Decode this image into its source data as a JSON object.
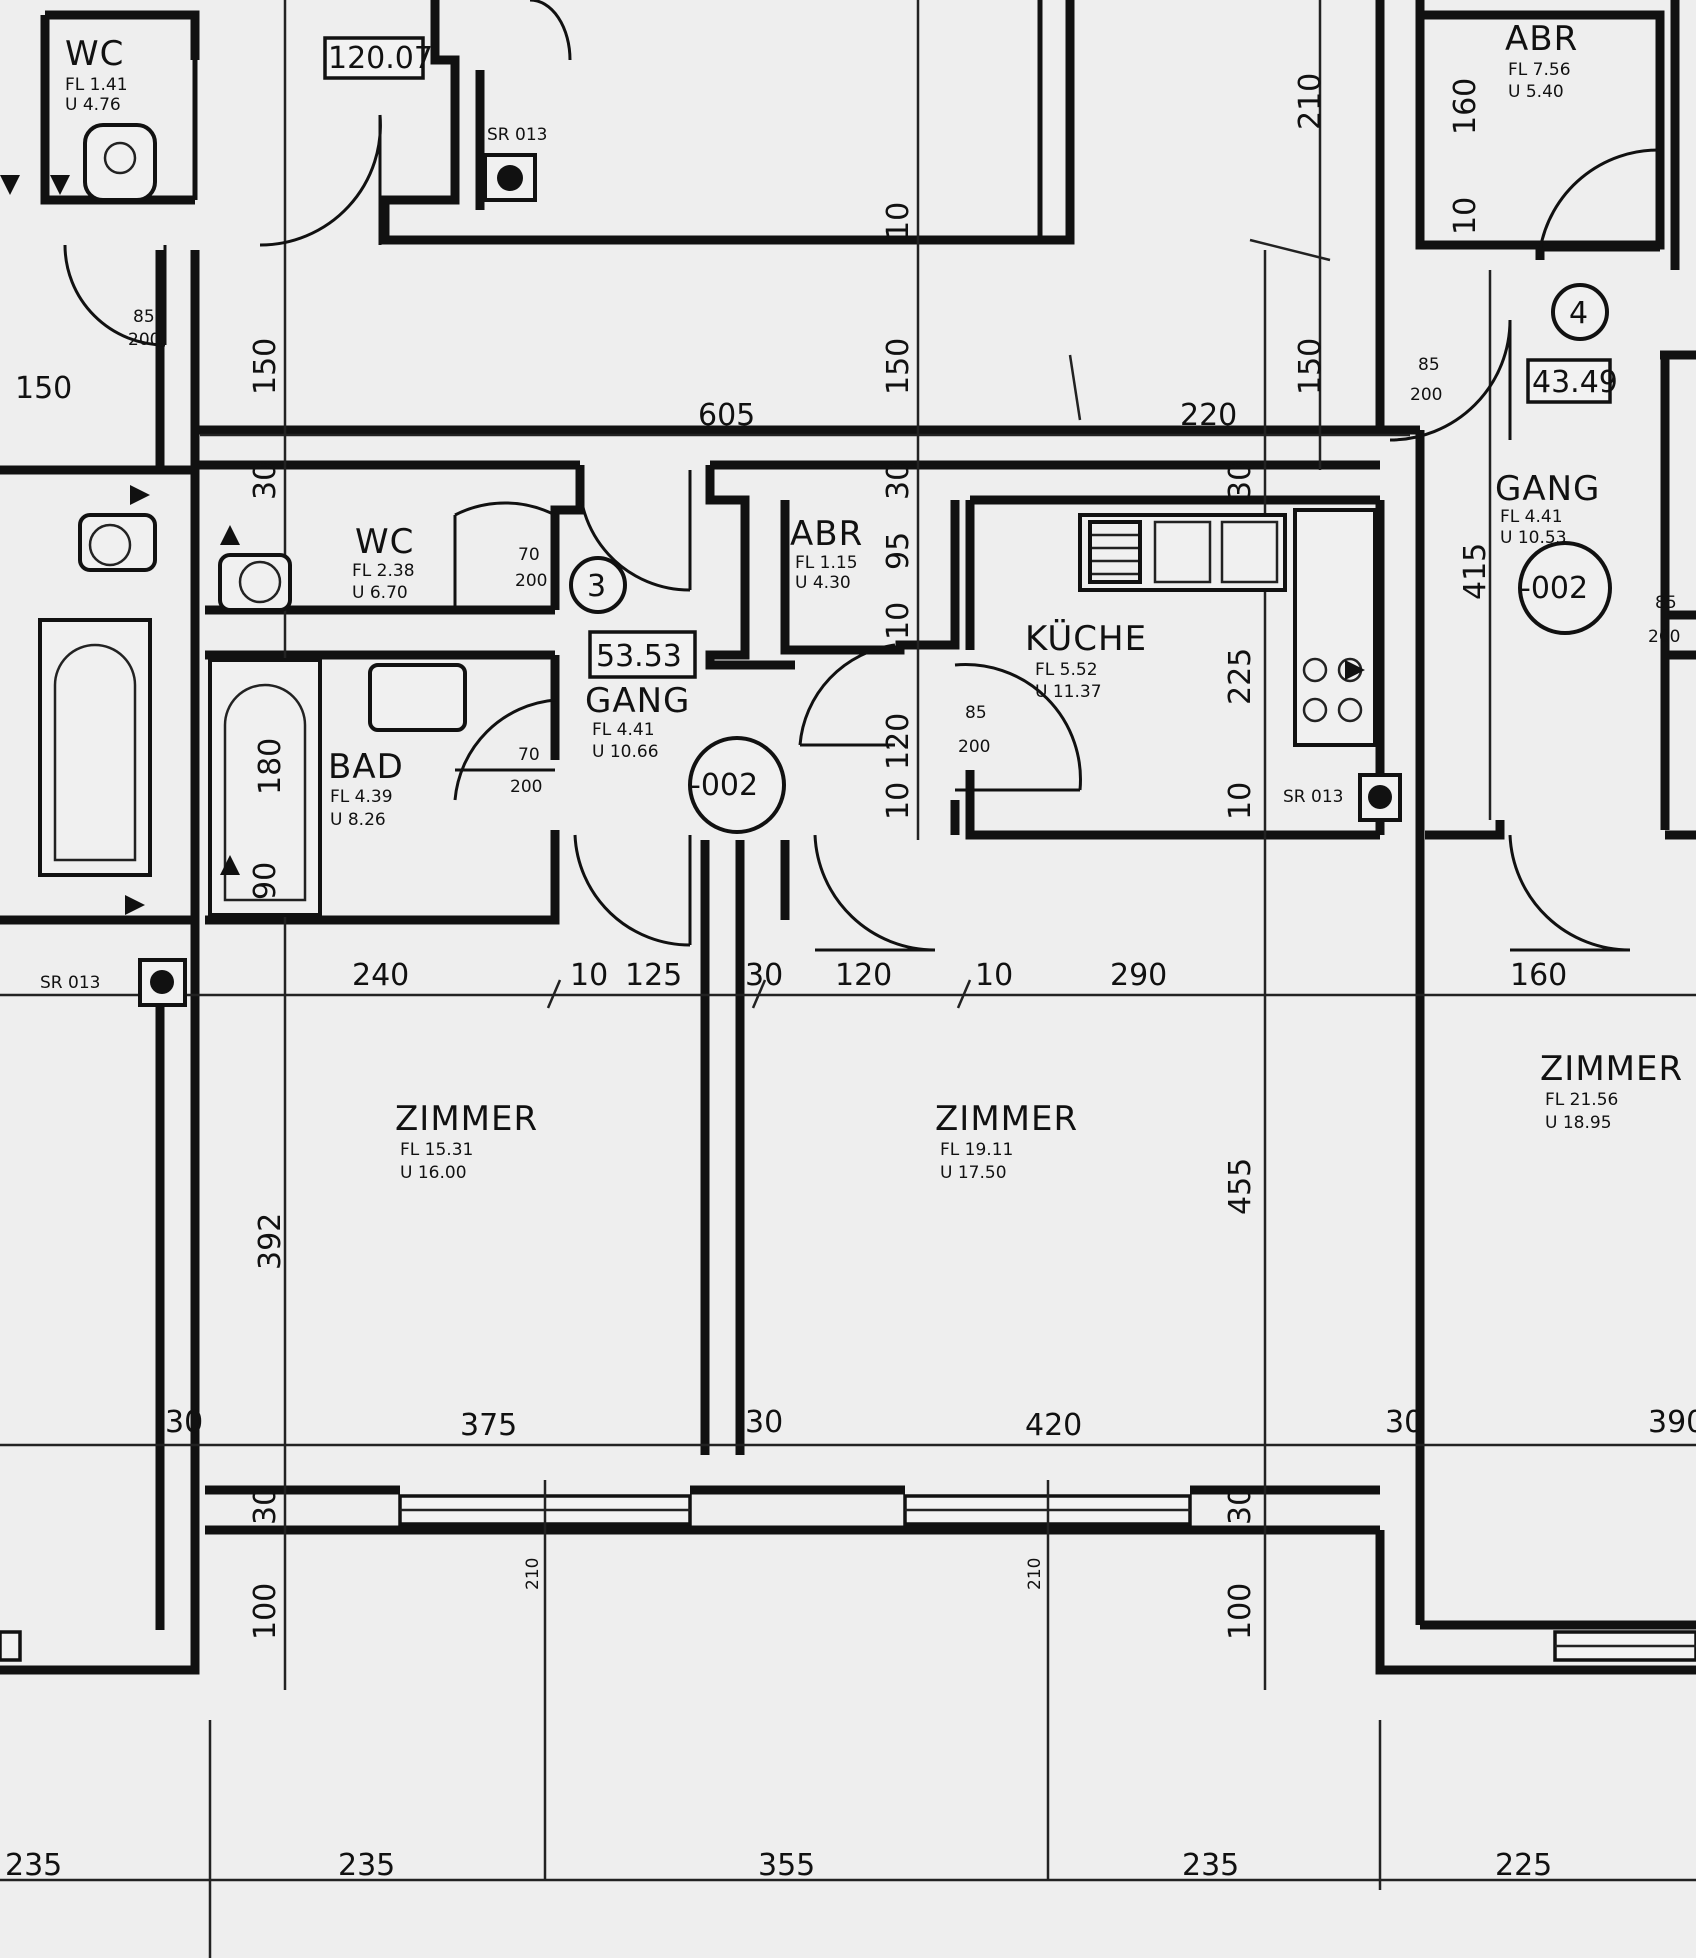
{
  "colors": {
    "background": "#eeeeee",
    "line": "#111111"
  },
  "rooms": {
    "wc_top_left": {
      "name": "WC",
      "area": "FL 1.41",
      "perimeter": "U 4.76"
    },
    "wc_center": {
      "name": "WC",
      "area": "FL 2.38",
      "perimeter": "U 6.70"
    },
    "bad": {
      "name": "BAD",
      "area": "FL 4.39",
      "perimeter": "U 8.26"
    },
    "gang_center": {
      "name": "GANG",
      "area": "FL 4.41",
      "perimeter": "U 10.66"
    },
    "abr_center": {
      "name": "ABR",
      "area": "FL 1.15",
      "perimeter": "U 4.30"
    },
    "kueche": {
      "name": "KÜCHE",
      "area": "FL 5.52",
      "perimeter": "U 11.37"
    },
    "zimmer_1": {
      "name": "ZIMMER",
      "area": "FL 15.31",
      "perimeter": "U 16.00"
    },
    "zimmer_2": {
      "name": "ZIMMER",
      "area": "FL 19.11",
      "perimeter": "U 17.50"
    },
    "zimmer_right": {
      "name": "ZIMMER",
      "area": "FL 21.56",
      "perimeter": "U 18.95"
    },
    "abr_right": {
      "name": "ABR",
      "area": "FL 7.56",
      "perimeter": "U 5.40"
    },
    "gang_right": {
      "name": "GANG",
      "area": "FL 4.41",
      "perimeter": "U 10.53"
    }
  },
  "units": {
    "unit_3": {
      "number": "3",
      "area": "53.53",
      "level": "-002"
    },
    "unit_4": {
      "number": "4",
      "area": "43.49",
      "level": "-002"
    },
    "unit_top": {
      "area": "120.07"
    }
  },
  "labels": {
    "shaft": "SR 013"
  },
  "dims": {
    "d605": "605",
    "d220": "220",
    "d240": "240",
    "d10a": "10",
    "d125": "125",
    "d30a": "30",
    "d120": "120",
    "d10b": "10",
    "d290": "290",
    "d160": "160",
    "d375": "375",
    "d420": "420",
    "d30b": "30",
    "d30c": "30",
    "d30d": "30",
    "d390": "390",
    "b235a": "235",
    "b235b": "235",
    "b355": "355",
    "b235c": "235",
    "b225": "225",
    "v150a": "150",
    "v150b": "150",
    "v150c": "150",
    "v210": "210",
    "v10top": "10",
    "v30a": "30",
    "v30b": "30",
    "v30c": "30",
    "v95": "95",
    "v10c": "10",
    "v225": "225",
    "v120": "120",
    "v10d": "10",
    "v10e": "10",
    "v415": "415",
    "v392": "392",
    "v455": "455",
    "v100a": "100",
    "v100b": "100",
    "v30e": "30",
    "v30f": "30",
    "v180bath": "180",
    "v90": "90",
    "v160r": "160",
    "v10r": "10",
    "h150left": "150",
    "door_w85": "85",
    "door_w70": "70",
    "door_h200": "200",
    "door_h210": "210"
  }
}
